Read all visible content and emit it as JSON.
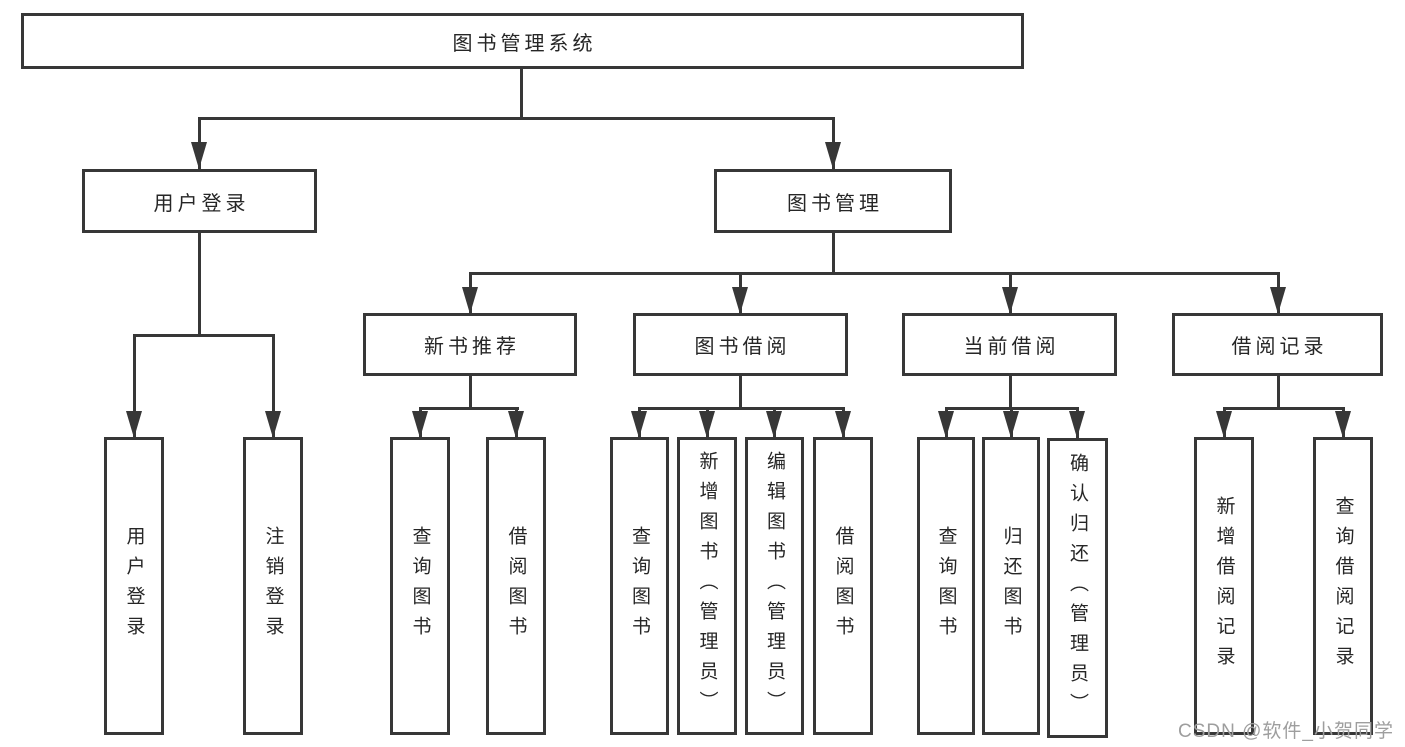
{
  "diagram": {
    "title": "图书管理系统",
    "nodes": {
      "root": "图书管理系统",
      "user_login_group": "用户登录",
      "book_management": "图书管理",
      "new_book_recommend": "新书推荐",
      "book_borrowing": "图书借阅",
      "current_borrowing": "当前借阅",
      "borrowing_records": "借阅记录",
      "user_login": "用户登录",
      "logout_login": "注销登录",
      "nb_query_book": "查询图书",
      "nb_borrow_book": "借阅图书",
      "bb_query_book": "查询图书",
      "bb_add_book_admin": "新增图书（管理员）",
      "bb_edit_book_admin": "编辑图书（管理员）",
      "bb_borrow_book": "借阅图书",
      "cb_query_book": "查询图书",
      "cb_return_book": "归还图书",
      "cb_confirm_return_admin": "确认归还（管理员）",
      "br_add_record": "新增借阅记录",
      "br_query_record": "查询借阅记录"
    },
    "hierarchy": {
      "图书管理系统": {
        "用户登录": [
          "用户登录",
          "注销登录"
        ],
        "图书管理": {
          "新书推荐": [
            "查询图书",
            "借阅图书"
          ],
          "图书借阅": [
            "查询图书",
            "新增图书（管理员）",
            "编辑图书（管理员）",
            "借阅图书"
          ],
          "当前借阅": [
            "查询图书",
            "归还图书",
            "确认归还（管理员）"
          ],
          "借阅记录": [
            "新增借阅记录",
            "查询借阅记录"
          ]
        }
      }
    },
    "colors": {
      "line": "#373737",
      "text": "#262626",
      "box_background": "#ffffff",
      "watermark": "#9e9e9e"
    }
  },
  "watermark": "CSDN @软件_小贺同学"
}
